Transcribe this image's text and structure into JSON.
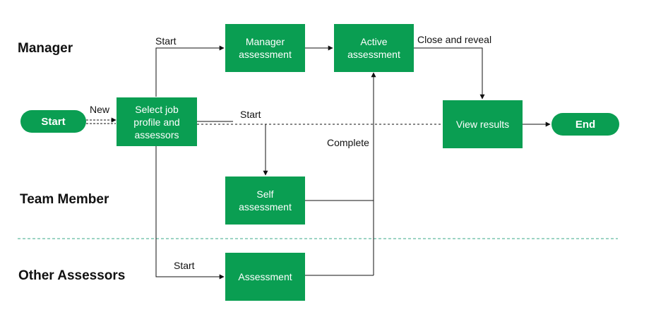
{
  "colors": {
    "node_fill": "#0a9e52",
    "line": "#111111",
    "separator": "#3aa88a"
  },
  "lanes": {
    "manager": "Manager",
    "team_member": "Team Member",
    "other_assessors": "Other Assessors"
  },
  "nodes": {
    "start": "Start",
    "select": "Select job\nprofile and\nassessors",
    "manager_assessment": "Manager\nassessment",
    "active_assessment": "Active\nassessment",
    "view_results": "View results",
    "end": "End",
    "self_assessment": "Self\nassessment",
    "assessment": "Assessment"
  },
  "edge_labels": {
    "new": "New",
    "start_manager": "Start",
    "start_team": "Start",
    "start_other": "Start",
    "close_and_reveal": "Close and reveal",
    "complete": "Complete"
  }
}
